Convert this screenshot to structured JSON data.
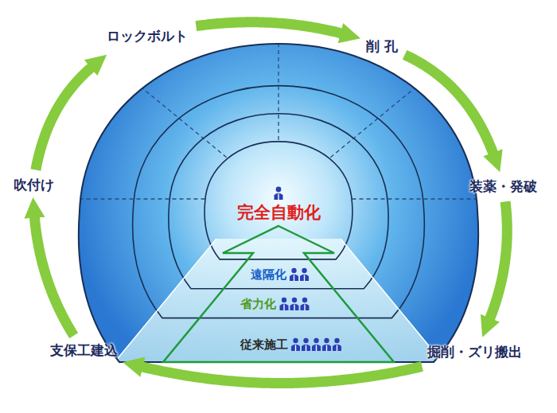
{
  "diagram": {
    "nodes": [
      {
        "text": [
          "ロックボルト"
        ]
      },
      {
        "text": [
          "削 孔"
        ]
      },
      {
        "text": [
          "装薬・発破"
        ]
      },
      {
        "text": [
          "掘削・ズリ搬出"
        ]
      },
      {
        "text": [
          "支保工建込"
        ]
      },
      {
        "text": [
          "吹付け"
        ]
      },
      {
        "text": [
          "完全自動化"
        ]
      },
      {
        "text": [
          "遠隔化"
        ]
      },
      {
        "text": [
          "省力化"
        ]
      },
      {
        "text": [
          "従来施工"
        ]
      }
    ],
    "edges": [
      {
        "from": 0,
        "to": 1,
        "arrow": "to"
      },
      {
        "from": 1,
        "to": 2,
        "arrow": "to"
      },
      {
        "from": 2,
        "to": 3,
        "arrow": "to"
      },
      {
        "from": 3,
        "to": 4,
        "arrow": "to"
      },
      {
        "from": 4,
        "to": 5,
        "arrow": "to"
      },
      {
        "from": 5,
        "to": 0,
        "arrow": "to"
      }
    ]
  }
}
